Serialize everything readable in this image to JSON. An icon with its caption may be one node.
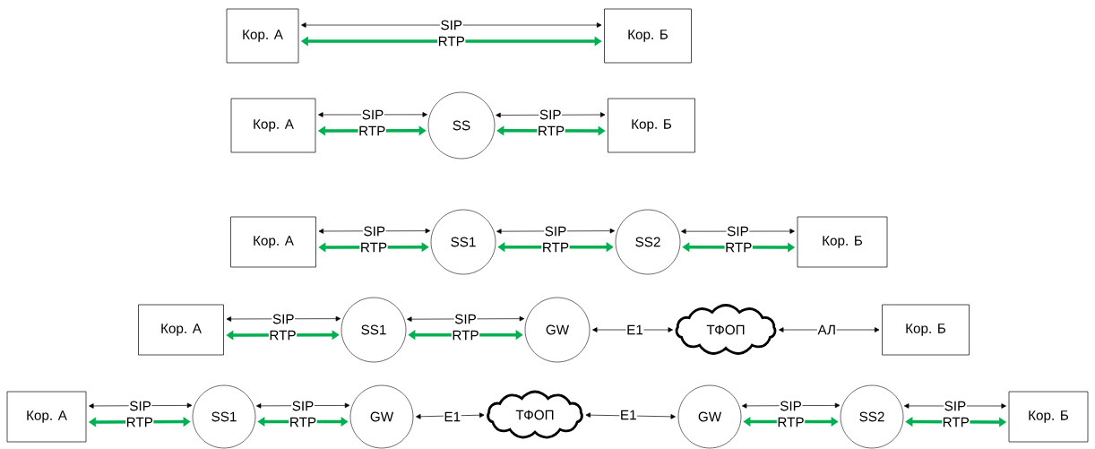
{
  "diagram": {
    "nodes": [
      {
        "text": [
          "Кор. А"
        ]
      },
      {
        "text": [
          "Кор. Б"
        ]
      },
      {
        "text": [
          "Кор. А"
        ]
      },
      {
        "text": [
          "SS"
        ]
      },
      {
        "text": [
          "Кор. Б"
        ]
      },
      {
        "text": [
          "Кор. А"
        ]
      },
      {
        "text": [
          "SS1"
        ]
      },
      {
        "text": [
          "SS2"
        ]
      },
      {
        "text": [
          "Кор. Б"
        ]
      },
      {
        "text": [
          "Кор. А"
        ]
      },
      {
        "text": [
          "SS1"
        ]
      },
      {
        "text": [
          "GW"
        ]
      },
      {
        "text": [
          "ТФОП"
        ]
      },
      {
        "text": [
          "Кор. Б"
        ]
      },
      {
        "text": [
          "Кор. А"
        ]
      },
      {
        "text": [
          "SS1"
        ]
      },
      {
        "text": [
          "GW"
        ]
      },
      {
        "text": [
          "ТФОП"
        ]
      },
      {
        "text": [
          "GW"
        ]
      },
      {
        "text": [
          "SS2"
        ]
      },
      {
        "text": [
          "Кор. Б"
        ]
      }
    ],
    "edges": [
      {
        "from": 0,
        "to": 1,
        "arrow": "both",
        "label": "SIP"
      },
      {
        "from": 0,
        "to": 1,
        "arrow": "both",
        "label": "RTP",
        "style": "thick",
        "color": "#00b050"
      },
      {
        "from": 2,
        "to": 3,
        "arrow": "both",
        "label": "SIP"
      },
      {
        "from": 2,
        "to": 3,
        "arrow": "both",
        "label": "RTP",
        "style": "thick",
        "color": "#00b050"
      },
      {
        "from": 3,
        "to": 4,
        "arrow": "both",
        "label": "SIP"
      },
      {
        "from": 3,
        "to": 4,
        "arrow": "both",
        "label": "RTP",
        "style": "thick",
        "color": "#00b050"
      },
      {
        "from": 5,
        "to": 6,
        "arrow": "both",
        "label": "SIP"
      },
      {
        "from": 5,
        "to": 6,
        "arrow": "both",
        "label": "RTP",
        "style": "thick",
        "color": "#00b050"
      },
      {
        "from": 6,
        "to": 7,
        "arrow": "both",
        "label": "SIP"
      },
      {
        "from": 6,
        "to": 7,
        "arrow": "both",
        "label": "RTP",
        "style": "thick",
        "color": "#00b050"
      },
      {
        "from": 7,
        "to": 8,
        "arrow": "both",
        "label": "SIP"
      },
      {
        "from": 7,
        "to": 8,
        "arrow": "both",
        "label": "RTP",
        "style": "thick",
        "color": "#00b050"
      },
      {
        "from": 9,
        "to": 10,
        "arrow": "both",
        "label": "SIP"
      },
      {
        "from": 9,
        "to": 10,
        "arrow": "both",
        "label": "RTP",
        "style": "thick",
        "color": "#00b050"
      },
      {
        "from": 10,
        "to": 11,
        "arrow": "both",
        "label": "SIP"
      },
      {
        "from": 10,
        "to": 11,
        "arrow": "both",
        "label": "RTP",
        "style": "thick",
        "color": "#00b050"
      },
      {
        "from": 11,
        "to": 12,
        "arrow": "both",
        "label": "E1"
      },
      {
        "from": 12,
        "to": 13,
        "arrow": "both",
        "label": "АЛ"
      },
      {
        "from": 14,
        "to": 15,
        "arrow": "both",
        "label": "SIP"
      },
      {
        "from": 14,
        "to": 15,
        "arrow": "both",
        "label": "RTP",
        "style": "thick",
        "color": "#00b050"
      },
      {
        "from": 15,
        "to": 16,
        "arrow": "both",
        "label": "SIP"
      },
      {
        "from": 15,
        "to": 16,
        "arrow": "both",
        "label": "RTP",
        "style": "thick",
        "color": "#00b050"
      },
      {
        "from": 16,
        "to": 17,
        "arrow": "both",
        "label": "E1"
      },
      {
        "from": 17,
        "to": 18,
        "arrow": "both",
        "label": "E1"
      },
      {
        "from": 18,
        "to": 19,
        "arrow": "both",
        "label": "SIP"
      },
      {
        "from": 18,
        "to": 19,
        "arrow": "both",
        "label": "RTP",
        "style": "thick",
        "color": "#00b050"
      },
      {
        "from": 19,
        "to": 20,
        "arrow": "both",
        "label": "SIP"
      },
      {
        "from": 19,
        "to": 20,
        "arrow": "both",
        "label": "RTP",
        "style": "thick",
        "color": "#00b050"
      }
    ]
  }
}
